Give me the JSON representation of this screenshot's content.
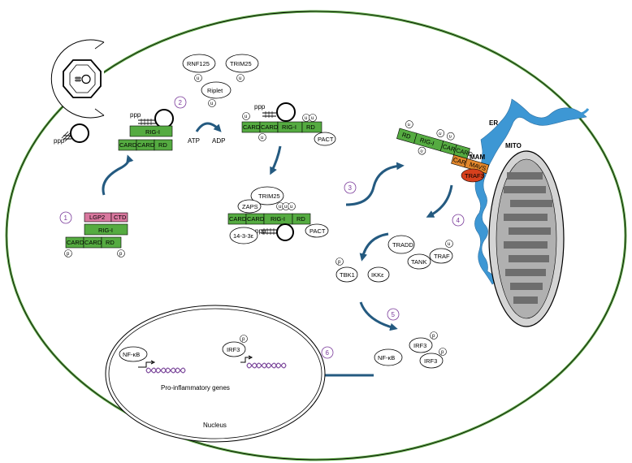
{
  "colors": {
    "cell": "#60aa48",
    "protein": "#55ab41",
    "pink": "#d9789f",
    "orange": "#e2872c",
    "traf_red": "#d6401d",
    "er_blue": "#3d97d4",
    "arrow": "#245a80",
    "step_purple": "#7a3a9a",
    "mito_fill": "#bdbdbd",
    "cristae": "#6e6e6e",
    "dna": "#7d4a9c"
  },
  "labels": {
    "ppp": "ppp",
    "ub": "u",
    "p": "p",
    "lgp2": "LGP2",
    "ctd": "CTD",
    "rigi": "RIG-I",
    "card": "CARD",
    "rd": "RD",
    "rnf125": "RNF125",
    "trim25": "TRIM25",
    "riplet": "Riplet",
    "atp": "ATP",
    "adp": "ADP",
    "pact": "PACT",
    "zaps": "ZAPS",
    "p1433": "14-3-3ε",
    "er": "ER",
    "mam": "MAM",
    "mito": "MITO",
    "mavs": "MAVS",
    "traf3": "TRAF3",
    "tradd": "TRADD",
    "tank": "TANK",
    "traf": "TRAF",
    "tbk1": "TBK1",
    "ikke": "IKKε",
    "irf3": "IRF3",
    "nfkb": "NF-κB",
    "nucleus": "Nucleus",
    "genes": "Pro-inflammatory genes"
  },
  "steps": [
    "1",
    "2",
    "3",
    "4",
    "5",
    "6"
  ]
}
